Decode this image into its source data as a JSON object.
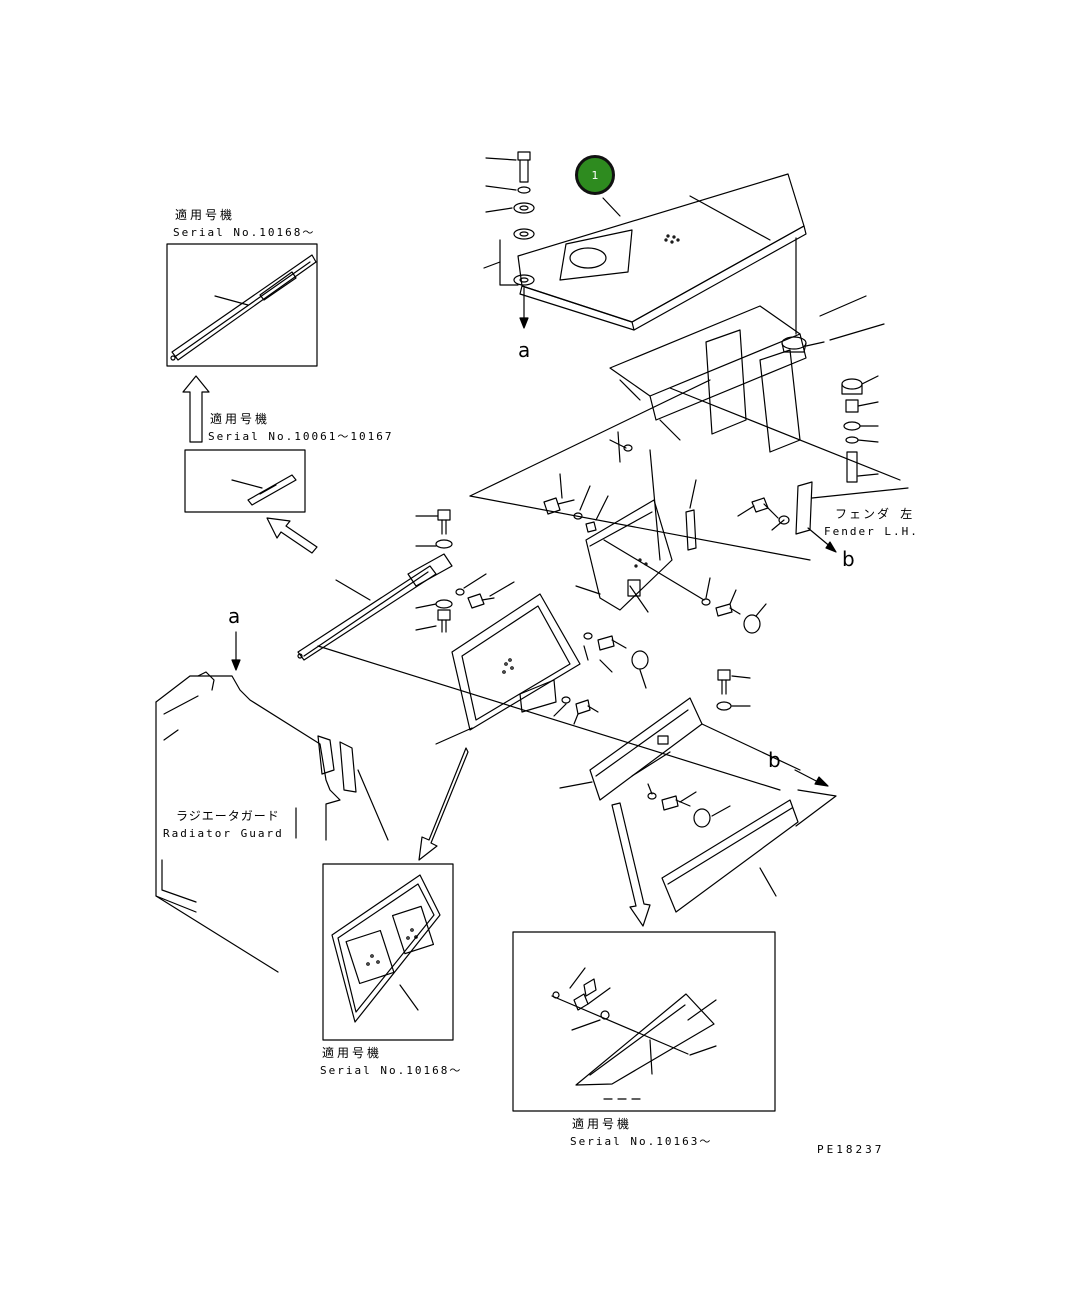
{
  "callout": {
    "number": "1",
    "color": "#2e8b1f"
  },
  "labels": {
    "inset_top_jp": "適用号機",
    "inset_top_serial": "Serial No.10168〜",
    "inset_mid_jp": "適用号機",
    "inset_mid_serial": "Serial No.10061〜10167",
    "inset_bottom_left_jp": "適用号機",
    "inset_bottom_left_serial": "Serial No.10168〜",
    "inset_bottom_right_jp": "適用号機",
    "inset_bottom_right_serial": "Serial No.10163〜",
    "fender_jp": "フェンダ 左",
    "fender_en": "Fender L.H.",
    "radiator_jp": "ラジエータガード",
    "radiator_en": "Radiator Guard",
    "ref_a_top": "a",
    "ref_a_left": "a",
    "ref_b_right": "b",
    "ref_b_lower": "b",
    "drawing_number": "PE18237"
  }
}
